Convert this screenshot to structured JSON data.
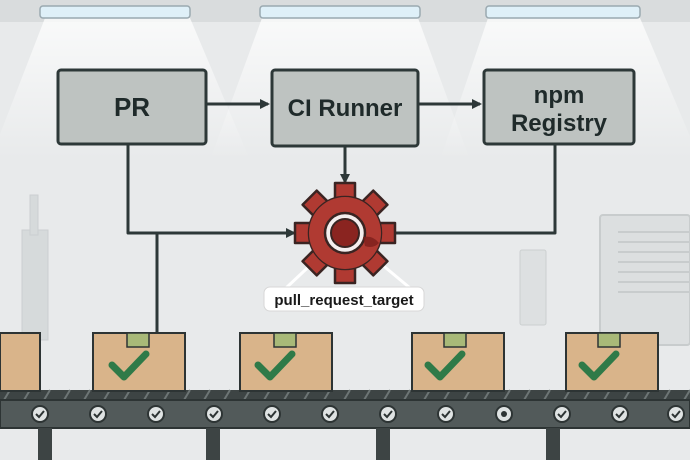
{
  "diagram": {
    "nodes": {
      "pr": "PR",
      "ci_runner": "CI Runner",
      "npm_registry": [
        "npm",
        "Registry"
      ]
    },
    "callout": "pull_request_target"
  },
  "colors": {
    "wall": "#e8eaeb",
    "box_fill": "#bec3c1",
    "box_stroke": "#2d3838",
    "arrow": "#2d3838",
    "gear": "#b03a32",
    "gear_stroke": "#3a2422",
    "carton": "#d9b48a",
    "carton_tape": "#a8b978",
    "check": "#2f7a48",
    "belt": "#3d4444",
    "light": "#dff0f8"
  }
}
